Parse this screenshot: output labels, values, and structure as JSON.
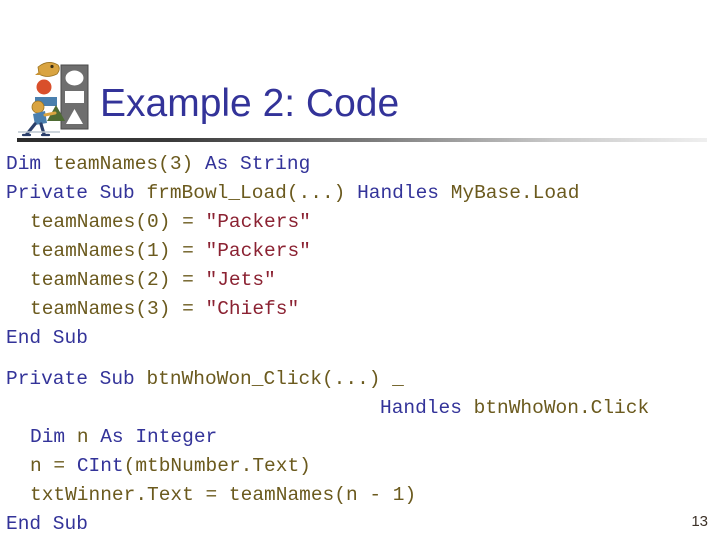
{
  "slide": {
    "title": "Example 2: Code",
    "title_color": "#333399",
    "page_number": "13",
    "clipart": {
      "name": "people-sorting-shapes-clipart",
      "shapes": [
        "circle",
        "rectangle",
        "triangle"
      ],
      "colors": {
        "head": "#d9a441",
        "circle": "#d94f2b",
        "rectangle": "#4a7fae",
        "triangle": "#4e6b33",
        "column": "#6e6e6e",
        "slot": "#ffffff",
        "legs": "#2b3f6b"
      }
    },
    "rule_gradient_from": "#2b2b2b",
    "rule_gradient_to": "#efefef"
  },
  "code": {
    "language": "Visual Basic .NET",
    "colors": {
      "keyword": "#333399",
      "identifier": "#6b5a1e",
      "string": "#8b2232"
    },
    "lines": [
      {
        "id": "line-dim-teamnames",
        "indent": 0,
        "text": "Dim teamNames(3) As String",
        "tokens": [
          {
            "t": "Dim ",
            "c": "kw"
          },
          {
            "t": "teamNames(3)",
            "c": "id"
          },
          {
            "t": " As String",
            "c": "kw"
          }
        ]
      },
      {
        "id": "line-private-sub-frmbowl-load",
        "indent": 0,
        "text": "Private Sub frmBowl_Load(...) Handles MyBase.Load",
        "tokens": [
          {
            "t": "Private Sub ",
            "c": "kw"
          },
          {
            "t": "frmBowl_Load(...)",
            "c": "id"
          },
          {
            "t": " Handles ",
            "c": "kw"
          },
          {
            "t": "MyBase.Load",
            "c": "id"
          }
        ]
      },
      {
        "id": "line-teamnames-0",
        "indent": 1,
        "text": "teamNames(0) = \"Packers\"",
        "tokens": [
          {
            "t": "teamNames(0) = ",
            "c": "id"
          },
          {
            "t": "\"Packers\"",
            "c": "str"
          }
        ]
      },
      {
        "id": "line-teamnames-1",
        "indent": 1,
        "text": "teamNames(1) = \"Packers\"",
        "tokens": [
          {
            "t": "teamNames(1) = ",
            "c": "id"
          },
          {
            "t": "\"Packers\"",
            "c": "str"
          }
        ]
      },
      {
        "id": "line-teamnames-2",
        "indent": 1,
        "text": "teamNames(2) = \"Jets\"",
        "tokens": [
          {
            "t": "teamNames(2) = ",
            "c": "id"
          },
          {
            "t": "\"Jets\"",
            "c": "str"
          }
        ]
      },
      {
        "id": "line-teamnames-3",
        "indent": 1,
        "text": "teamNames(3) = \"Chiefs\"",
        "tokens": [
          {
            "t": "teamNames(3) = ",
            "c": "id"
          },
          {
            "t": "\"Chiefs\"",
            "c": "str"
          }
        ]
      },
      {
        "id": "line-end-sub-1",
        "indent": 0,
        "text": "End Sub",
        "tokens": [
          {
            "t": "End Sub",
            "c": "kw"
          }
        ]
      },
      {
        "id": "spacer-1",
        "blank": true,
        "text": ""
      },
      {
        "id": "line-private-sub-btnwhowon-click",
        "indent": 0,
        "text": "Private Sub btnWhoWon_Click(...) _",
        "tokens": [
          {
            "t": "Private Sub ",
            "c": "kw"
          },
          {
            "t": "btnWhoWon_Click(...) _",
            "c": "id"
          }
        ]
      },
      {
        "id": "line-handles-btnwhowon-click",
        "continuation": true,
        "text": "Handles btnWhoWon.Click",
        "tokens": [
          {
            "t": "Handles ",
            "c": "kw"
          },
          {
            "t": "btnWhoWon.Click",
            "c": "id"
          }
        ]
      },
      {
        "id": "line-dim-n-as-integer",
        "indent": 1,
        "text": "Dim n As Integer",
        "tokens": [
          {
            "t": "Dim ",
            "c": "kw"
          },
          {
            "t": "n",
            "c": "id"
          },
          {
            "t": " As Integer",
            "c": "kw"
          }
        ]
      },
      {
        "id": "line-n-assign-cint",
        "indent": 1,
        "text": "n = CInt(mtbNumber.Text)",
        "tokens": [
          {
            "t": "n = ",
            "c": "id"
          },
          {
            "t": "CInt",
            "c": "kw"
          },
          {
            "t": "(mtbNumber.Text)",
            "c": "id"
          }
        ]
      },
      {
        "id": "line-txtwinner-assign",
        "indent": 1,
        "text": "txtWinner.Text = teamNames(n - 1)",
        "tokens": [
          {
            "t": "txtWinner.Text = teamNames(n - 1)",
            "c": "id"
          }
        ]
      },
      {
        "id": "line-end-sub-2",
        "indent": 0,
        "text": "End Sub",
        "tokens": [
          {
            "t": "End Sub",
            "c": "kw"
          }
        ]
      }
    ]
  }
}
